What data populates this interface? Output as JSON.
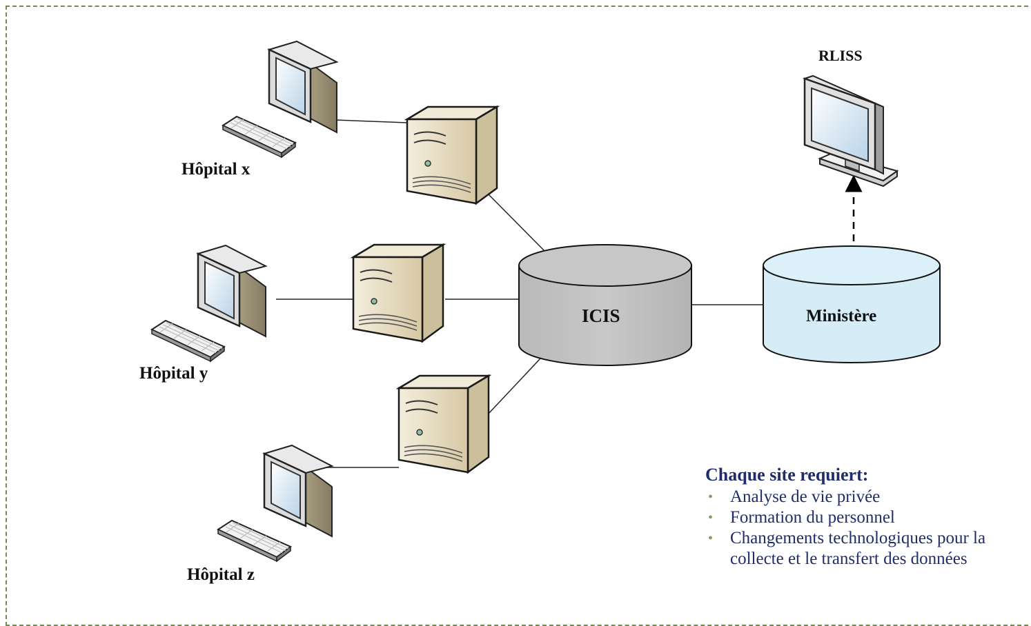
{
  "hospitals": [
    {
      "label": "Hôpital x"
    },
    {
      "label": "Hôpital y"
    },
    {
      "label": "Hôpital z"
    }
  ],
  "central_db": {
    "label": "ICIS"
  },
  "ministry_db": {
    "label": "Ministère"
  },
  "regional_monitor": {
    "label": "RLISS"
  },
  "requirements": {
    "title": "Chaque site requiert:",
    "items": [
      "Analyse de vie privée",
      "Formation du personnel",
      "Changements technologiques pour la collecte et le transfert des données"
    ]
  },
  "colors": {
    "frame": "#6f8a55",
    "icis_db": "#c3c3c3",
    "ministry_db": "#d6ecf6",
    "server": "#e6dcc3",
    "text_blue": "#1f2d6b",
    "bullet": "#7ea062"
  },
  "icons": [
    "workstation-icon",
    "server-icon",
    "database-icon",
    "monitor-icon"
  ]
}
